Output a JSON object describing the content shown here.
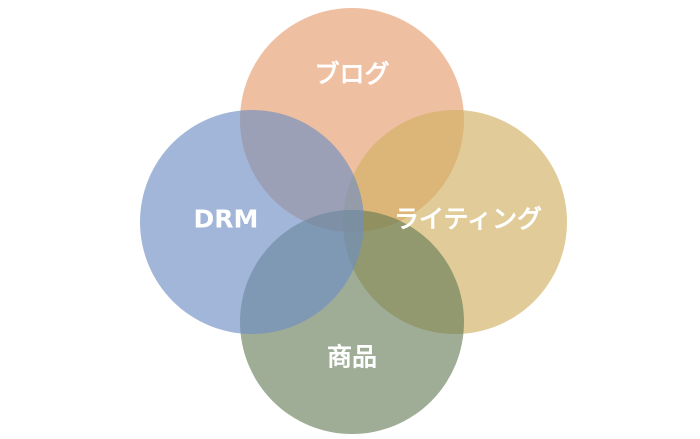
{
  "diagram": {
    "type": "venn",
    "sets": [
      {
        "id": "blog",
        "label": "ブログ",
        "color": "#E59C6E",
        "opacity": 0.65
      },
      {
        "id": "writing",
        "label": "ライティング",
        "color": "#D1B062",
        "opacity": 0.65
      },
      {
        "id": "product",
        "label": "商品",
        "color": "#5F7651",
        "opacity": 0.6
      },
      {
        "id": "drm",
        "label": "DRM",
        "color": "#6F8FC3",
        "opacity": 0.65
      }
    ]
  }
}
